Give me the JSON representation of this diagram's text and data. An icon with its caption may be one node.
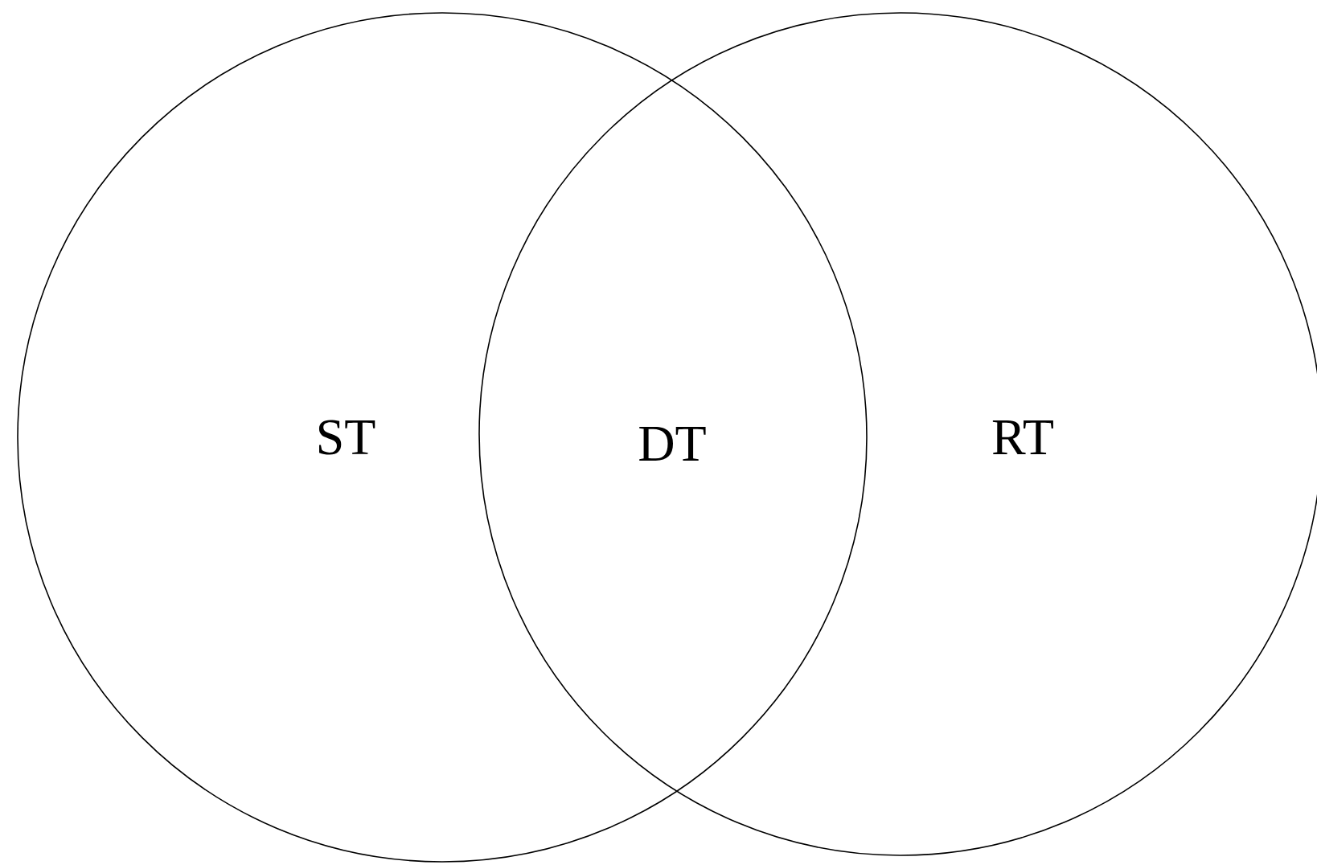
{
  "diagram": {
    "nodes": [
      {
        "text": [
          "ST"
        ]
      },
      {
        "text": [
          "RT"
        ]
      }
    ],
    "labels": [
      "DT"
    ]
  }
}
